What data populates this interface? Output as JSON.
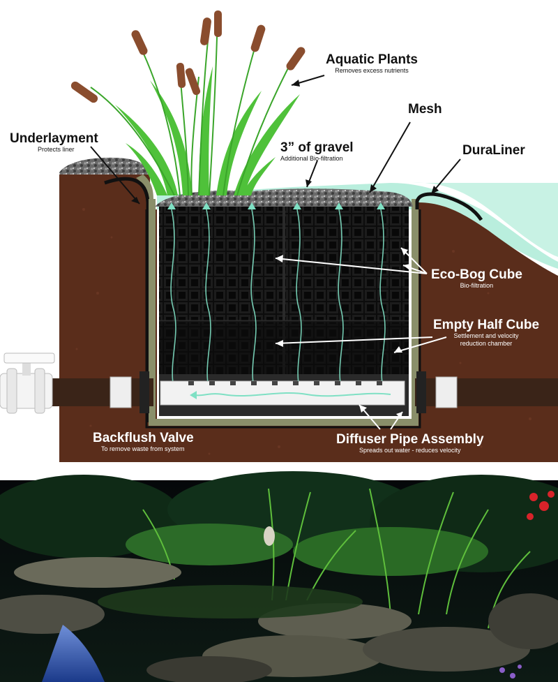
{
  "labels": {
    "aquatic_plants": {
      "title": "Aquatic Plants",
      "sub": "Removes excess nutrients"
    },
    "mesh": {
      "title": "Mesh"
    },
    "underlayment": {
      "title": "Underlayment",
      "sub": "Protects liner"
    },
    "gravel": {
      "title": "3” of gravel",
      "sub": "Additional Bio-filtration"
    },
    "duraliner": {
      "title": "DuraLiner"
    },
    "eco_bog_cube": {
      "title": "Eco-Bog Cube",
      "sub": "Bio-filtration"
    },
    "empty_half_cube": {
      "title": "Empty Half Cube",
      "sub1": "Settlement and velocity",
      "sub2": "reduction chamber"
    },
    "backflush_valve": {
      "title": "Backflush Valve",
      "sub": "To remove waste from system"
    },
    "diffuser_pipe": {
      "title": "Diffuser Pipe Assembly",
      "sub": "Spreads out water - reduces velocity"
    }
  },
  "colors": {
    "soil": "#5a2d1b",
    "liner_band": "#8a8f6a",
    "water": "#b9eedd",
    "cube": "#111111",
    "pipe": "#f2f2f2",
    "flow": "#7fe0c4"
  }
}
